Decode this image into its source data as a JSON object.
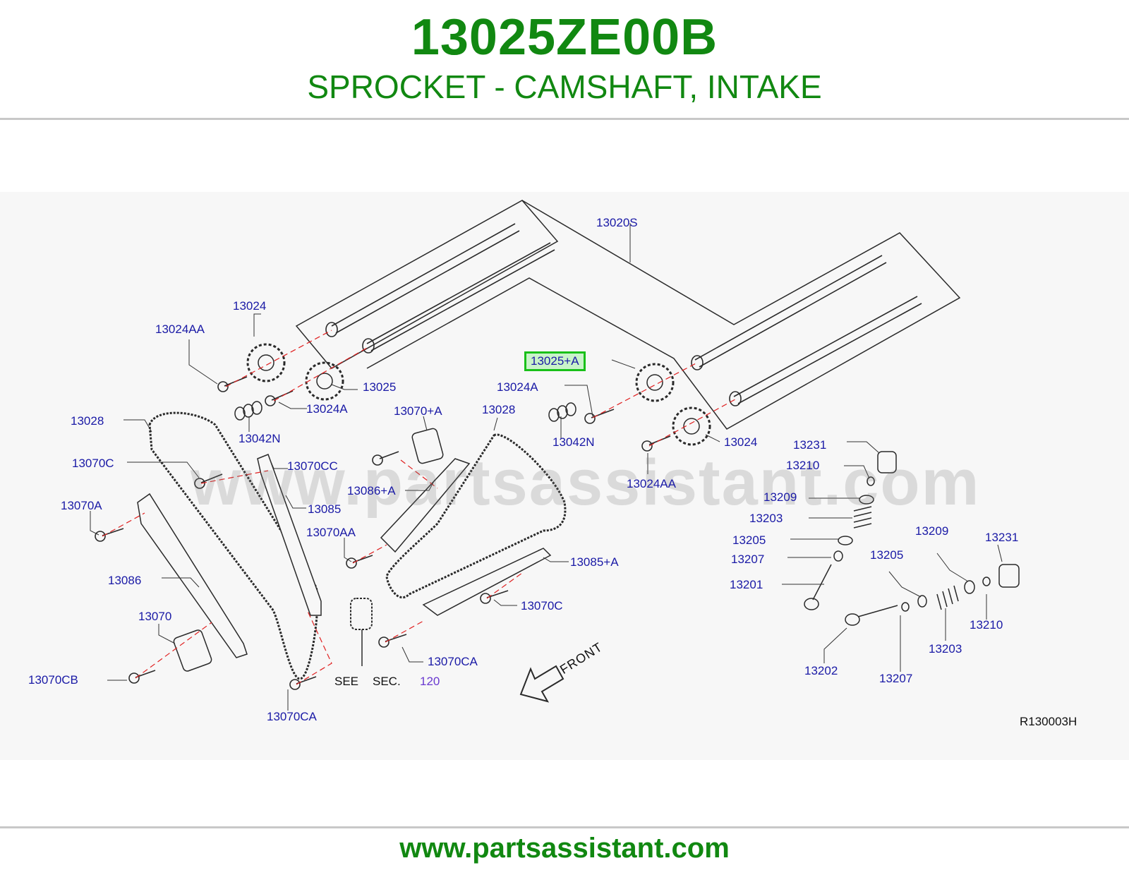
{
  "header": {
    "part_number": "13025ZE00B",
    "description": "SPROCKET - CAMSHAFT, INTAKE"
  },
  "diagram": {
    "watermark": "www.partsassistant.com",
    "front_label": "FRONT",
    "reference_code": "R130003H",
    "see_label": "SEE",
    "sec_label": "SEC.",
    "sec_number": "120",
    "highlighted_part": "13025+A",
    "callouts": {
      "c13020S": "13020S",
      "c13024_a": "13024",
      "c13024AA_a": "13024AA",
      "c13025": "13025",
      "c13024A_a": "13024A",
      "c13042N_a": "13042N",
      "c13028_a": "13028",
      "c13070C_a": "13070C",
      "c13070CC": "13070CC",
      "c13070A": "13070A",
      "c13085": "13085",
      "c13070AA": "13070AA",
      "c13086": "13086",
      "c13070": "13070",
      "c13070CB": "13070CB",
      "c13070CA_a": "13070CA",
      "c13070plusA": "13070+A",
      "c13086plusA": "13086+A",
      "c13028_b": "13028",
      "c13025plusA": "13025+A",
      "c13024A_b": "13024A",
      "c13042N_b": "13042N",
      "c13024_b": "13024",
      "c13024AA_b": "13024AA",
      "c13085plusA": "13085+A",
      "c13070C_b": "13070C",
      "c13070CA_b": "13070CA",
      "c13231_a": "13231",
      "c13210_a": "13210",
      "c13209_a": "13209",
      "c13203_a": "13203",
      "c13205_a": "13205",
      "c13207_a": "13207",
      "c13201": "13201",
      "c13209_b": "13209",
      "c13231_b": "13231",
      "c13205_b": "13205",
      "c13210_b": "13210",
      "c13203_b": "13203",
      "c13202": "13202",
      "c13207_b": "13207"
    }
  },
  "footer": {
    "url": "www.partsassistant.com"
  },
  "colors": {
    "brand_green": "#118811",
    "callout_blue": "#1a1aa6",
    "highlight_border": "#19c019",
    "highlight_fill": "#c9f3c9",
    "leader_red": "#e02020"
  }
}
